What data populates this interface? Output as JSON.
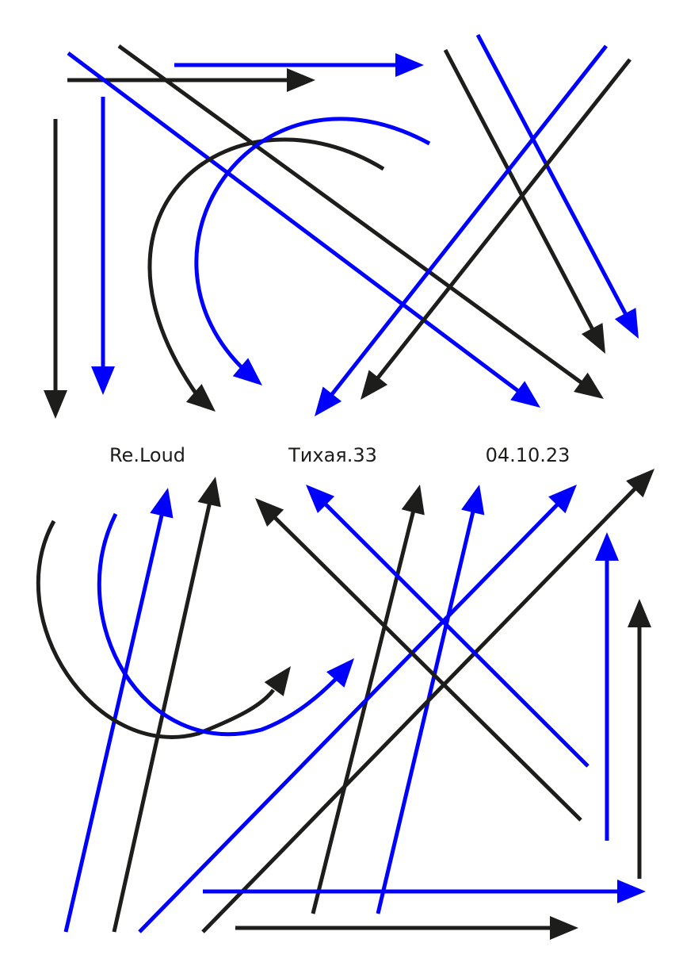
{
  "poster": {
    "artist": "Re.Loud",
    "venue": "Тихая.33",
    "date": "04.10.23"
  },
  "palette": {
    "black": "#1d1d1b",
    "blue": "#0000ff",
    "background": "#ffffff"
  },
  "icons": {
    "motif": "arrow-icon"
  }
}
